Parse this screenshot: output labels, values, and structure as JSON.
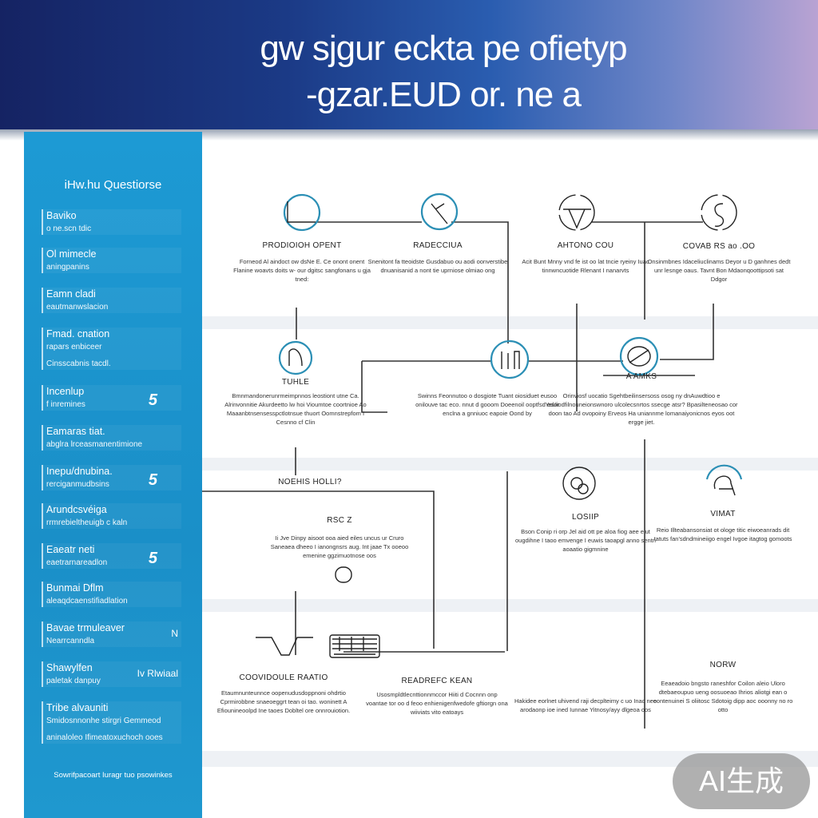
{
  "header": {
    "line1": "gw sjgur eckta pe ofietyp",
    "line2": "-gzar.EUD or. ne a"
  },
  "sidebar": {
    "title": "iHw.hu Questiorse",
    "items": [
      {
        "title": "Baviko",
        "sub": "o ne.scn tdic",
        "badge": "",
        "side": ""
      },
      {
        "title": "Ol mimecle",
        "sub": "aningpanins",
        "badge": "",
        "side": ""
      },
      {
        "title": "Eamn cladi",
        "sub": "eautmanwslacion",
        "badge": "",
        "side": ""
      },
      {
        "title": "Fmad. cnation",
        "sub": "rapars enbiceer",
        "extra": "Cinsscabnis tacdl.",
        "badge": "",
        "side": ""
      },
      {
        "title": "Incenlup",
        "sub": "f inremines",
        "badge": "5",
        "side": ""
      },
      {
        "title": "Eamaras tiat.",
        "sub": "abglra lrceasmanentimione",
        "badge": "",
        "side": ""
      },
      {
        "title": "Inepu/dnubina.",
        "sub": "rerciganmudbsins",
        "badge": "5",
        "side": ""
      },
      {
        "title": "Arundcsvéiga",
        "sub": "rrmrebieltheuigb c kaln",
        "badge": "",
        "side": ""
      },
      {
        "title": "Eaeatr neti",
        "sub": "eaetrarnareadlon",
        "badge": "5",
        "side": ""
      },
      {
        "title": "Bunmai Dflm",
        "sub": "aleaqdcaenstifiadlation",
        "badge": "",
        "side": ""
      },
      {
        "title": "Bavae trmuleaver",
        "sub": "Nearrcanndla",
        "badge": "",
        "side": "N"
      },
      {
        "title": "Shawylfen",
        "sub": "paletak danpuy",
        "badge": "",
        "side": "Iv Rlwiaal"
      },
      {
        "title": "Tribe alvauniti",
        "sub": "Smidosnnonhe stirgri Gemmeod",
        "extra": "aninaloleo Ifimeatoxuchoch ooes",
        "badge": "",
        "side": ""
      }
    ],
    "footer": "Sowrifpacoart Iuragr tuo psowinkes"
  },
  "nodes": [
    {
      "title": "PRODIOIOH OPENT",
      "body": "Forneod Al aindoct ow dsNe E. Ce onont onent Flanine woavts doits w- our dgitsc sangfonans u gja tned:"
    },
    {
      "title": "RADECCIUA",
      "body": "Snenitont fa tteoidste Gusdabuo ou aodi oonverstibe dnuanisanid a nont tie uprniose olmiao ong"
    },
    {
      "title": "AHTONO COU",
      "body": "Acit Bunt Mnny vnd fe ist oo lat tncie ryeiny  Iuac tinnwncuotide Rlenant I nanarvts"
    },
    {
      "title": "COVAB RS ao .OO",
      "body": "Onsinmbnes Idaceliuclinams Deyor u D ganhnes dedt unr lesnge oaus. Tavnt Bon Mdaonqoottipsoti sat Ddgor"
    },
    {
      "title": "TUHLE",
      "body": "Bmnmandonerunrmeimpnnos leostiont utne Ca. Alrinvonnitie Akurdeetto lw hoi Vioumtoe coortnioe Ao Maaanbtnsensesspctlotnsue thuort Oomnstrepfom I Cesnno cf Clin"
    },
    {
      "title": "",
      "body": "Swinns Feonnutoo o dosgiote Tuant oiosiduet eusoo onilouve tac eco. nnut d gooom Doeenoil ooptfsd edor enclna a gnniuoc eapoie Oond by"
    },
    {
      "title": "A AMKS",
      "body": "Orinviosf uocatio Sgehtbeilinsersoss osog ny dnAuwdtioo e Yeuliodfilnouneionswnoro ulcolecsnrtos ssecge atsr? Bpasilteneosao cor doon tao Ad ovopoiny Erveos Ha uniannme lomanaiyonicnos eyos oot ergge jiet."
    },
    {
      "title": "NOEHIS HOLLI?",
      "body": ""
    },
    {
      "title": "RSC Z",
      "body": "Ii Jve Dinpy aisoot ooa aied eiles uncus ur Cruro Saneaea dheeo I ianongnsrs aug. Int jaae Tx ooeoo emenine ggzimuotnose oos"
    },
    {
      "title": "LOSIIP",
      "body": "Bson Conip ri orp Jel aid ott pe aloa fiog aee eiut ougdihne I taoo emvenge I euwis taoapgl anno sentn aoaatio gigmnine"
    },
    {
      "title": "VIMAT",
      "body": "Reio Illteabansonsiat ot ologe titic eiwoeanrads dit tatuts fan'sdndmineiigo engel Ivgoe itagtog gomoots"
    },
    {
      "title": "COOVIDOULE RAATIO",
      "body": "Etaumnunteunnce oopenudusdoppnoni ohdrtio Cprmirobbne snaeoeggrt tean oi tao. woninett A Efiounineoolpd Ine taoes Dobltel ore onnrouiotion."
    },
    {
      "title": "READREFC KEAN",
      "body": "Usosmpldtlecnttionnmccor Hiiti d Cocnnn onp voantae tor oo d feoo enhienigenfwedofe gftiorgn ona wiiviats vito eatoays"
    },
    {
      "title": "",
      "body": "Hakidee eorlnet uhivend raji decplteimy c uo Inac nee arodaonp ioe ined Iunnae Yitnosy/ayy dlgeoa oos"
    },
    {
      "title": "NORW",
      "body": "Eeaeadoio bngsto raneshfor Coilon aleio Uloro dtebaeoupuo ueng oosuoeao Ihrios aliotgi ean o oontenuinei S oliitosc Sdotoig dipp aoc ooonny no ro otto"
    }
  ],
  "badge": {
    "ai_label": "AI生成"
  },
  "colors": {
    "header_start": "#152363",
    "header_end": "#b9a3d3",
    "sidebar": "#1d9ad4",
    "icon_accent": "#2b8fb5"
  }
}
